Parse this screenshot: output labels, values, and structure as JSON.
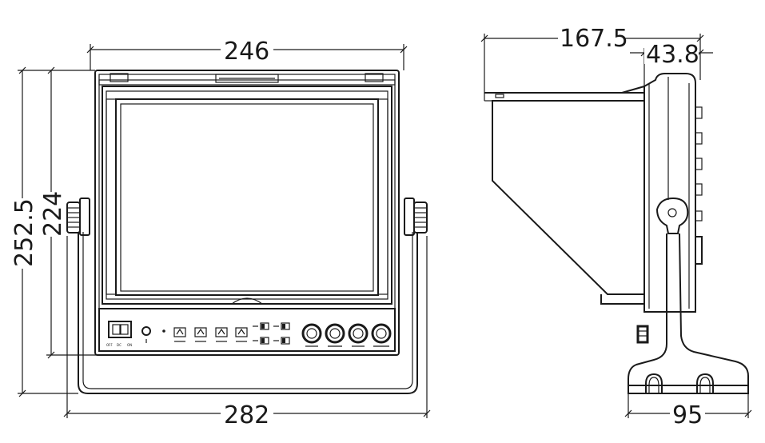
{
  "dimensions": {
    "front_top_width": "246",
    "front_bottom_width": "282",
    "front_height_outer": "252.5",
    "front_height_inner": "224",
    "side_depth_total": "167.5",
    "side_depth_body": "43.8",
    "side_base_width": "95"
  },
  "front_view": {
    "power_labels": [
      "OFF",
      "DC",
      "ON"
    ],
    "small_button_count": 4,
    "small_toggle_count": 4,
    "knob_count": 4
  },
  "colors": {
    "line": "#1a1a1a",
    "background": "#ffffff"
  }
}
